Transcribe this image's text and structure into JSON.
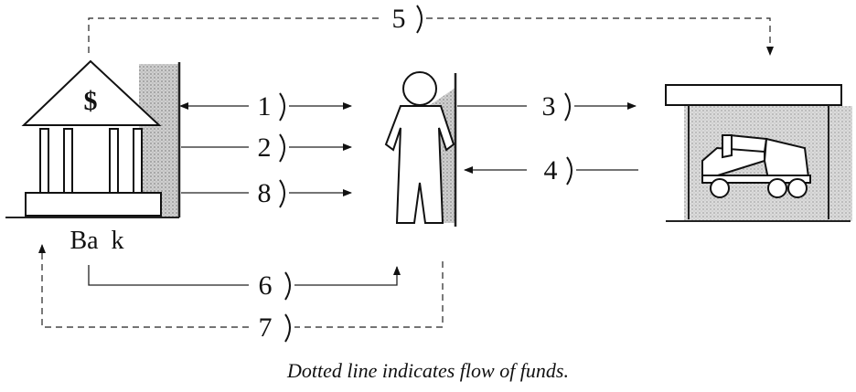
{
  "bank": {
    "label": "Ba  k",
    "symbol": "$"
  },
  "steps": [
    "1",
    "2",
    "3",
    "4",
    "5",
    "6",
    "7",
    "8"
  ],
  "caption": "Dotted line indicates flow of funds."
}
